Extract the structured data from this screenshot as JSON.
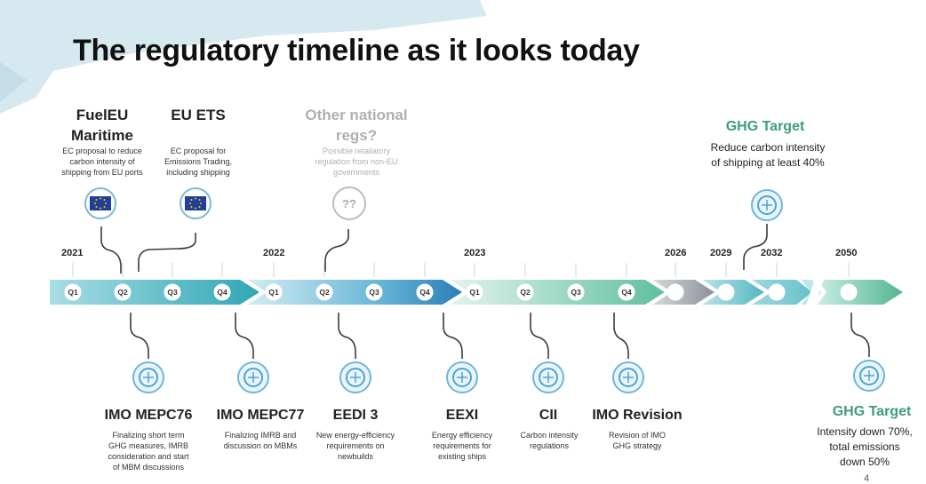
{
  "title": "The regulatory timeline as it looks today",
  "page_number": "4",
  "colors": {
    "ghg_green": "#3f9a82",
    "eu_blue": "#1f3f99",
    "imo_blue": "#4aa4d6",
    "faded_gray": "#b0b0b0"
  },
  "years": [
    {
      "label": "2021"
    },
    {
      "label": "2022"
    },
    {
      "label": "2023"
    },
    {
      "label": "2026"
    },
    {
      "label": "2029"
    },
    {
      "label": "2032"
    },
    {
      "label": "2050"
    }
  ],
  "quarters": [
    "Q1",
    "Q2",
    "Q3",
    "Q4",
    "Q1",
    "Q2",
    "Q3",
    "Q4",
    "Q1",
    "Q2",
    "Q3",
    "Q4"
  ],
  "top_events": [
    {
      "title": "FuelEU\nMaritime",
      "desc": "EC proposal to reduce\ncarbon intensity of\nshipping from EU ports",
      "icon": "eu-flag-icon"
    },
    {
      "title": "EU ETS",
      "desc": "EC proposal for\nEmissions Trading,\nincluding shipping",
      "icon": "eu-flag-icon"
    },
    {
      "title": "Other national\nregs?",
      "desc": "Possible retaliatory\nregulation from non-EU\ngovernments",
      "icon": "question-marks-icon",
      "badge": "??"
    }
  ],
  "ghg_top": {
    "title": "GHG Target",
    "desc": "Reduce carbon intensity\nof shipping at least 40%",
    "icon": "imo-emblem-icon"
  },
  "bottom_events": [
    {
      "title": "IMO MEPC76",
      "desc": "Finalizing short term\nGHG measures, IMRB\nconsideration and start\nof MBM discussions",
      "icon": "imo-emblem-icon"
    },
    {
      "title": "IMO MEPC77",
      "desc": "Finalizing IMRB and\ndiscussion on MBMs",
      "icon": "imo-emblem-icon"
    },
    {
      "title": "EEDI 3",
      "desc": "New energy-efficiency\nrequirements on\nnewbuilds",
      "icon": "imo-emblem-icon"
    },
    {
      "title": "EEXI",
      "desc": "Energy efficiency\nrequirements for\nexisting ships",
      "icon": "imo-emblem-icon"
    },
    {
      "title": "CII",
      "desc": "Carbon intensity\nregulations",
      "icon": "imo-emblem-icon"
    },
    {
      "title": "IMO Revision",
      "desc": "Revision of IMO\nGHG strategy",
      "icon": "imo-emblem-icon"
    }
  ],
  "ghg_bottom": {
    "title": "GHG Target",
    "desc": "Intensity down 70%,\ntotal emissions\ndown 50%",
    "icon": "imo-emblem-icon"
  }
}
